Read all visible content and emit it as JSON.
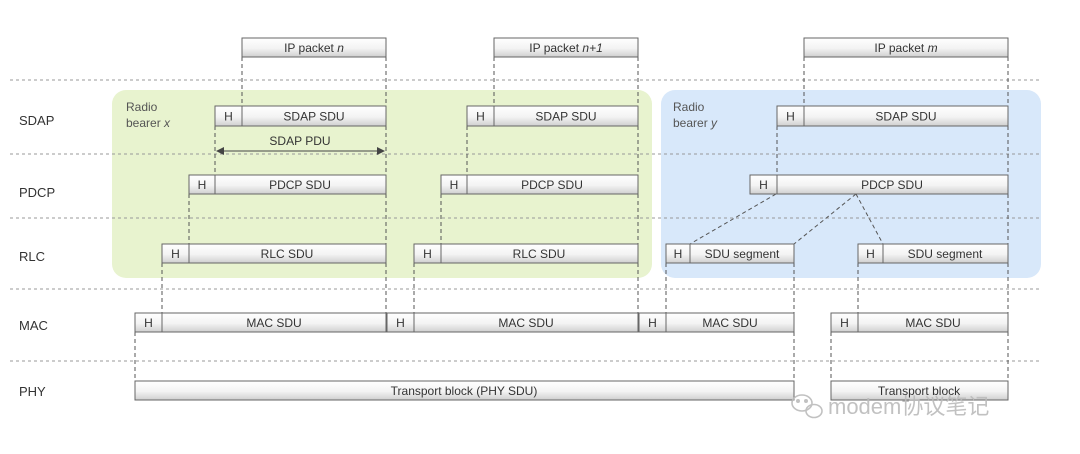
{
  "layers": {
    "sdap": "SDAP",
    "pdcp": "PDCP",
    "rlc": "RLC",
    "mac": "MAC",
    "phy": "PHY"
  },
  "ip_packets": {
    "n": {
      "prefix": "IP packet ",
      "var": "n"
    },
    "n1": {
      "prefix": "IP packet ",
      "var": "n+1"
    },
    "m": {
      "prefix": "IP packet ",
      "var": "m"
    }
  },
  "bearers": {
    "x": {
      "line1": "Radio",
      "line2_prefix": "bearer ",
      "line2_var": "x",
      "color": "#e8f3cf"
    },
    "y": {
      "line1": "Radio",
      "line2_prefix": "bearer ",
      "line2_var": "y",
      "color": "#d8e8fa"
    }
  },
  "labels": {
    "header": "H",
    "sdap_sdu": "SDAP SDU",
    "sdap_pdu": "SDAP PDU",
    "pdcp_sdu": "PDCP SDU",
    "rlc_sdu": "RLC SDU",
    "sdu_segment": "SDU segment",
    "mac_sdu": "MAC SDU",
    "transport_block_phy": "Transport block (PHY SDU)",
    "transport_block": "Transport block"
  },
  "watermark": {
    "text": "modem协议笔记",
    "icon": "wechat-icon"
  }
}
